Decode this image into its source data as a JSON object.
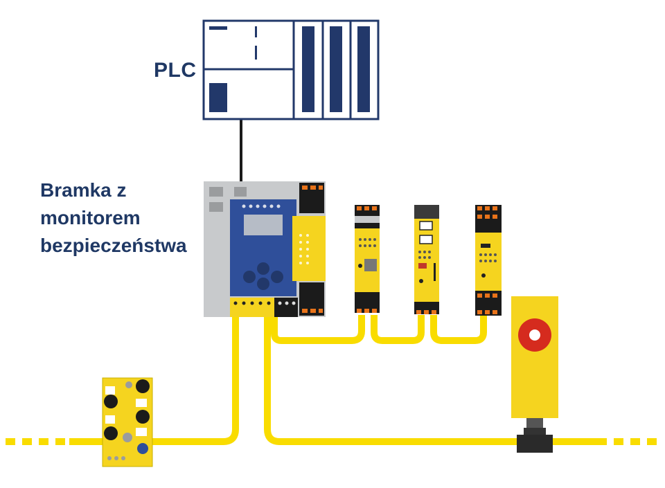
{
  "labels": {
    "plc": "PLC",
    "gateway_lines": [
      "Bramka z",
      "monitorem",
      "bezpieczeństwa"
    ]
  },
  "colors": {
    "navy": "#22386a",
    "bus_yellow": "#f9dc00",
    "module_yellow": "#f5d41f",
    "housing_grey": "#c8cacc",
    "dark": "#1b1b1b",
    "orange": "#e8731a",
    "estop_red": "#d52b1e"
  },
  "icons": {
    "plc": "plc-rack-icon",
    "gateway": "safety-gateway-icon",
    "estop": "emergency-stop-icon",
    "io_box": "io-module-icon"
  }
}
